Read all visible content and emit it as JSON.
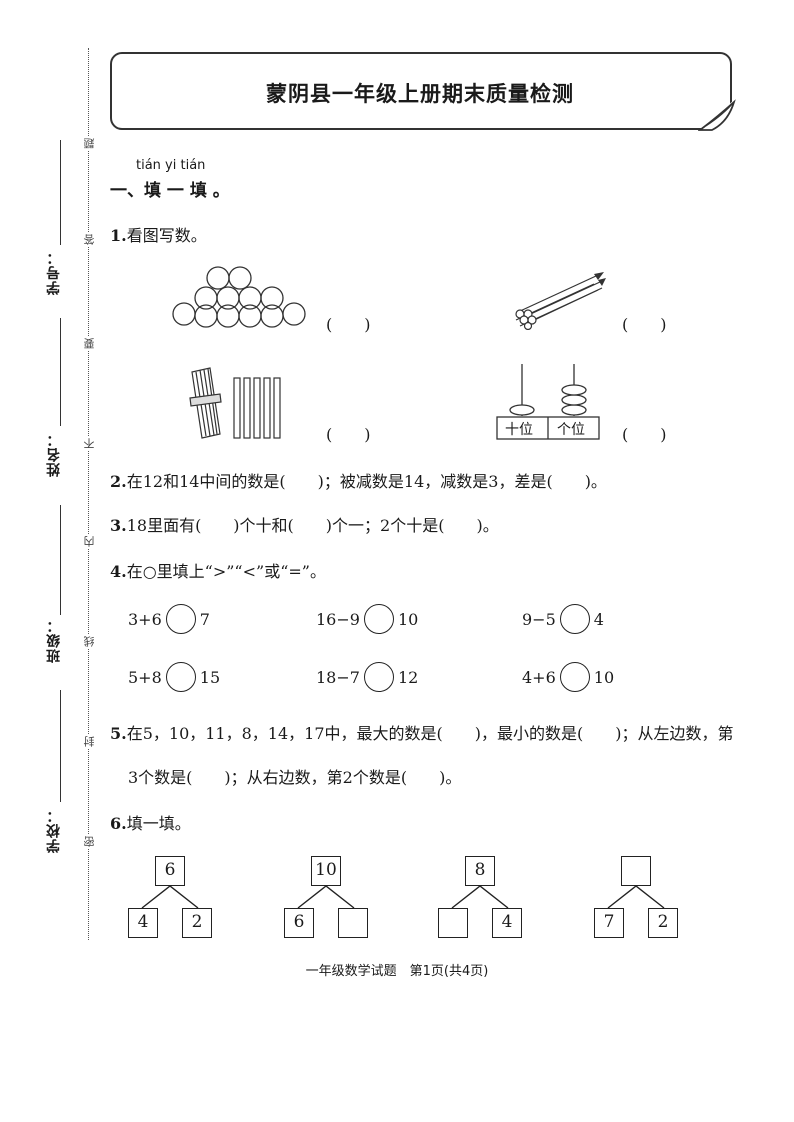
{
  "title": "蒙阴县一年级上册期末质量检测",
  "binding": {
    "school": "学校：",
    "class": "班级：",
    "name": "姓名：",
    "number": "学号：",
    "seal_chars": [
      "题",
      "答",
      "要",
      "不",
      "内",
      "线",
      "封",
      "密"
    ]
  },
  "section1": {
    "pinyin": "tián yi tián",
    "heading": "一、填 一 填 。"
  },
  "q1": {
    "num": "1.",
    "text": "看图写数。",
    "blank": "(　　)",
    "abacus_labels": [
      "十位",
      "个位"
    ]
  },
  "q2": {
    "num": "2.",
    "text": "在12和14中间的数是(　　)；被减数是14，减数是3，差是(　　)。"
  },
  "q3": {
    "num": "3.",
    "text": "18里面有(　　)个十和(　　)个一；2个十是(　　)。"
  },
  "q4": {
    "num": "4.",
    "text": "在○里填上“>”“<”或“=”。",
    "rows": [
      [
        {
          "left": "3+6",
          "right": "7"
        },
        {
          "left": "16−9",
          "right": "10"
        },
        {
          "left": "9−5",
          "right": "4"
        }
      ],
      [
        {
          "left": "5+8",
          "right": "15"
        },
        {
          "left": "18−7",
          "right": "12"
        },
        {
          "left": "4+6",
          "right": "10"
        }
      ]
    ]
  },
  "q5": {
    "num": "5.",
    "line1": "在5，10，11，8，14，17中，最大的数是(　　)，最小的数是(　　)；从左边数，第",
    "line2": "3个数是(　　)；从右边数，第2个数是(　　)。"
  },
  "q6": {
    "num": "6.",
    "text": "填一填。",
    "trees": [
      {
        "top": "6",
        "left": "4",
        "right": "2"
      },
      {
        "top": "10",
        "left": "6",
        "right": ""
      },
      {
        "top": "8",
        "left": "",
        "right": "4"
      },
      {
        "top": "",
        "left": "7",
        "right": "2"
      }
    ]
  },
  "footer": "一年级数学试题　第1页(共4页)"
}
